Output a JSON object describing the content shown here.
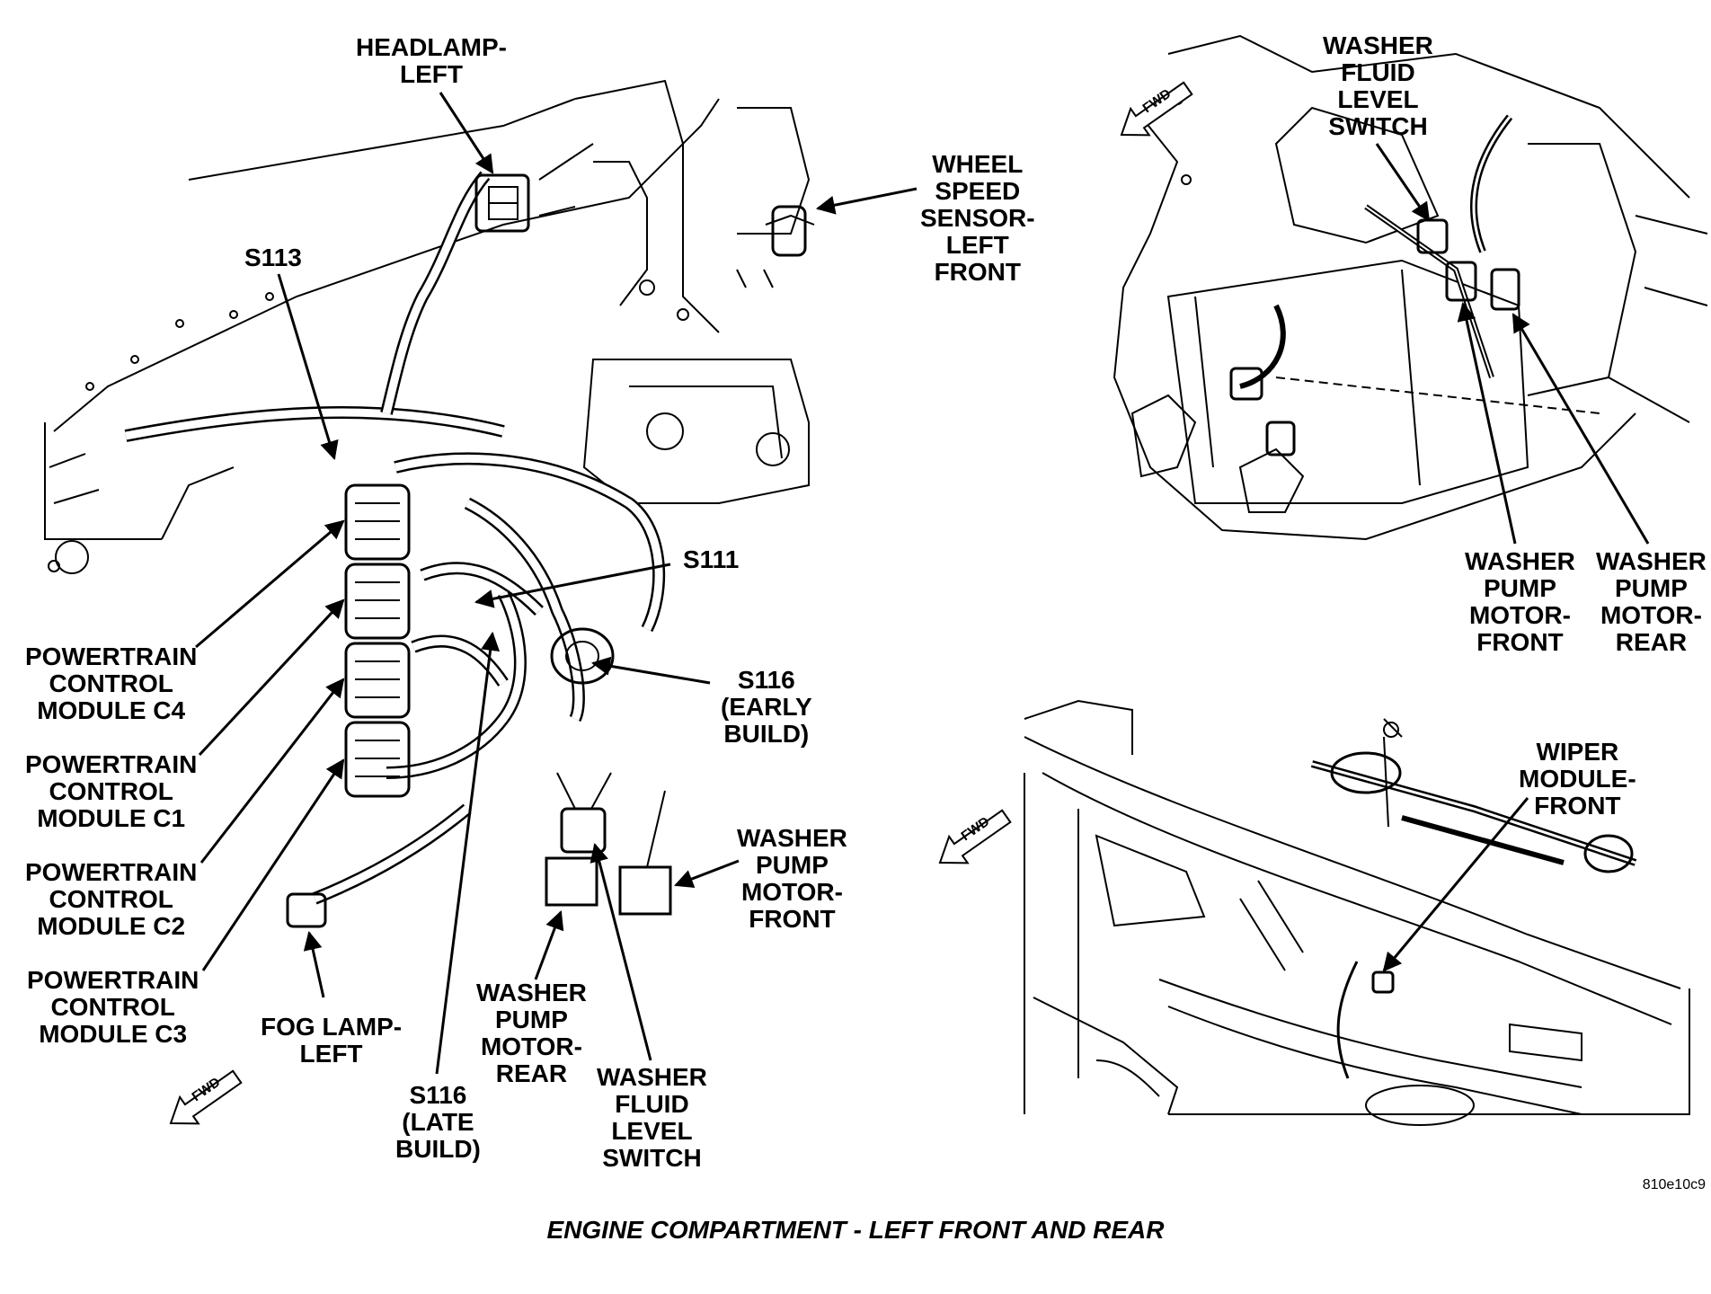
{
  "labels": {
    "headlamp_left": [
      "HEADLAMP-",
      "LEFT"
    ],
    "s113": [
      "S113"
    ],
    "wheel_speed_sensor": [
      "WHEEL",
      "SPEED",
      "SENSOR-",
      "LEFT",
      "FRONT"
    ],
    "s111": [
      "S111"
    ],
    "s116_early": [
      "S116",
      "(EARLY",
      "BUILD)"
    ],
    "pcm_c4": [
      "POWERTRAIN",
      "CONTROL",
      "MODULE C4"
    ],
    "pcm_c1": [
      "POWERTRAIN",
      "CONTROL",
      "MODULE C1"
    ],
    "pcm_c2": [
      "POWERTRAIN",
      "CONTROL",
      "MODULE C2"
    ],
    "pcm_c3": [
      "POWERTRAIN",
      "CONTROL",
      "MODULE C3"
    ],
    "fog_lamp_left": [
      "FOG LAMP-",
      "LEFT"
    ],
    "s116_late": [
      "S116",
      "(LATE",
      "BUILD)"
    ],
    "washer_pump_rear_left": [
      "WASHER",
      "PUMP",
      "MOTOR-",
      "REAR"
    ],
    "washer_fluid_switch_left": [
      "WASHER",
      "FLUID",
      "LEVEL",
      "SWITCH"
    ],
    "washer_pump_front_left": [
      "WASHER",
      "PUMP",
      "MOTOR-",
      "FRONT"
    ],
    "washer_fluid_switch_right": [
      "WASHER",
      "FLUID",
      "LEVEL",
      "SWITCH"
    ],
    "washer_pump_front_right": [
      "WASHER",
      "PUMP",
      "MOTOR-",
      "FRONT"
    ],
    "washer_pump_rear_right": [
      "WASHER",
      "PUMP",
      "MOTOR-",
      "REAR"
    ],
    "wiper_module_front": [
      "WIPER",
      "MODULE-",
      "FRONT"
    ]
  },
  "fwd_text": "FWD",
  "figure_code": "810e10c9",
  "caption": "ENGINE COMPARTMENT - LEFT FRONT AND REAR"
}
